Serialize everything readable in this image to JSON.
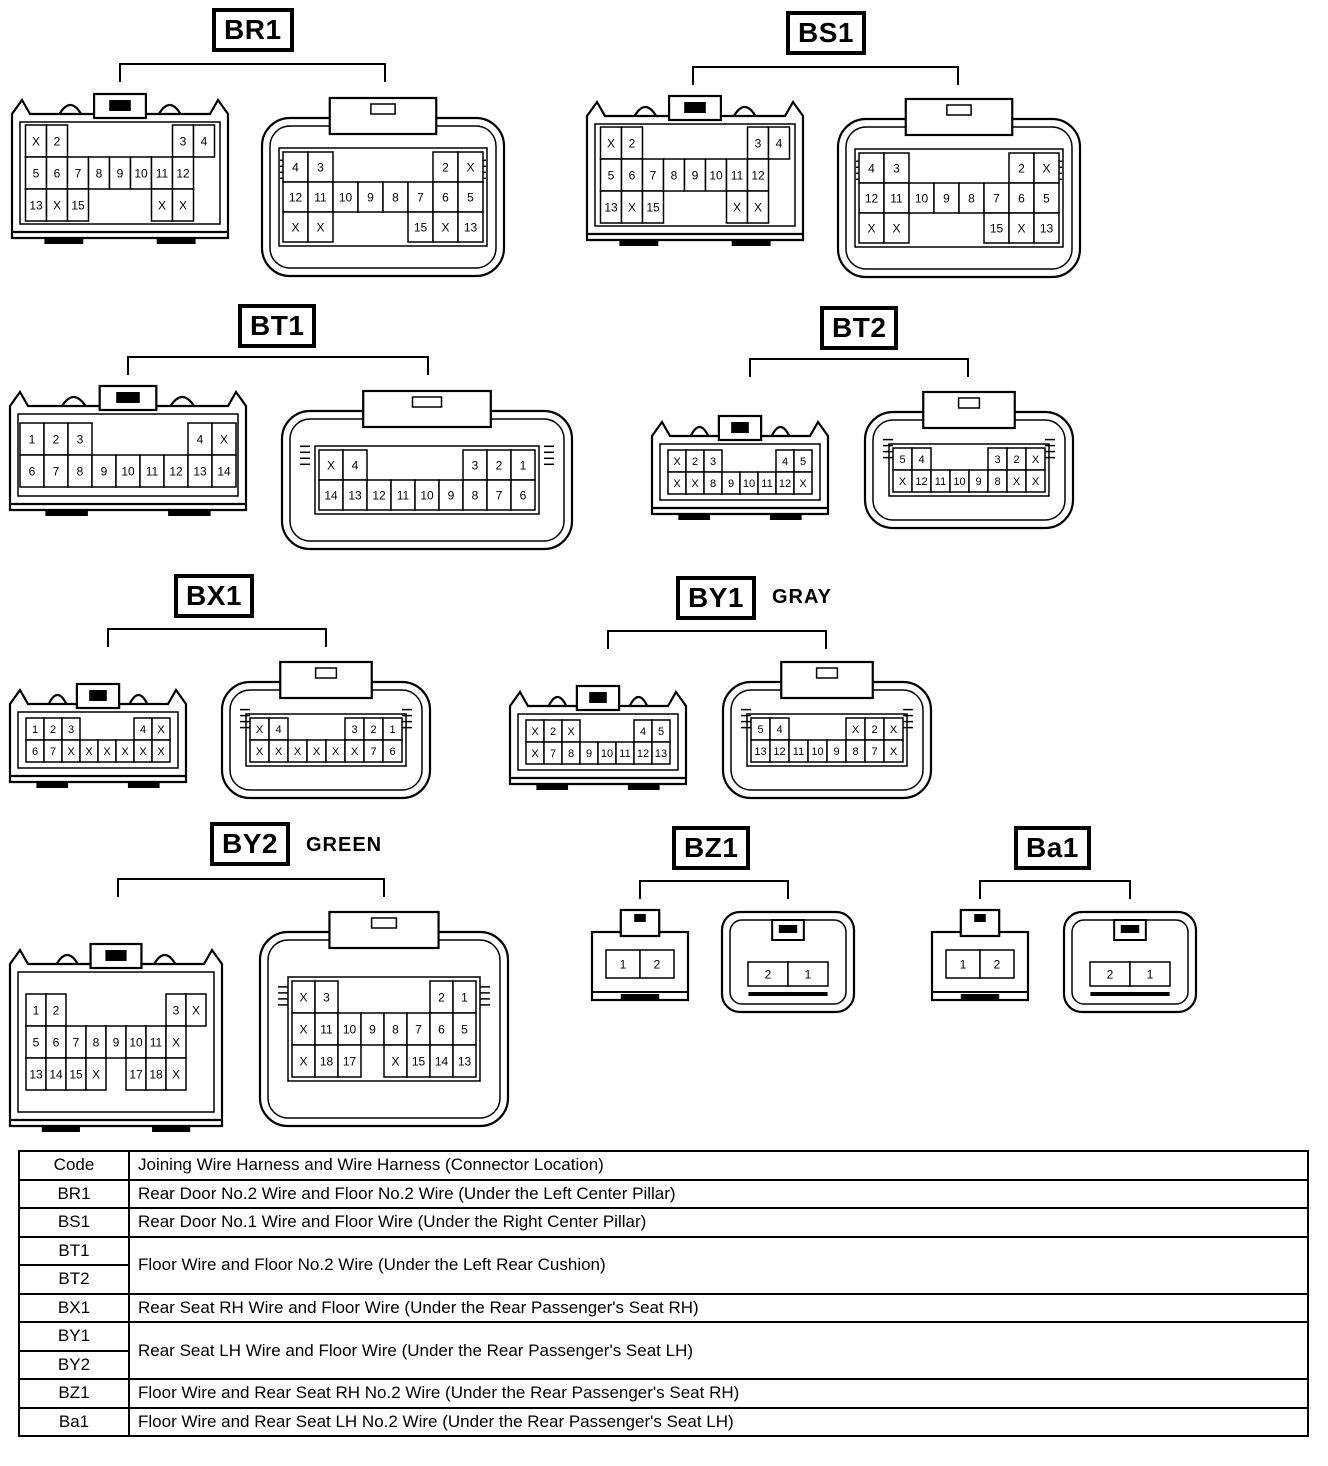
{
  "connectors": [
    {
      "id": "BR1",
      "label": "BR1",
      "color_note": "",
      "male": {
        "rows": [
          [
            "X",
            "2",
            "",
            "",
            "",
            "",
            "",
            "3",
            "4"
          ],
          [
            "5",
            "6",
            "7",
            "8",
            "9",
            "10",
            "11",
            "12"
          ],
          [
            "13",
            "X",
            "15",
            "",
            "",
            "",
            "X",
            "X"
          ]
        ]
      },
      "female": {
        "rows": [
          [
            "4",
            "3",
            "",
            "",
            "",
            "",
            "2",
            "X"
          ],
          [
            "12",
            "11",
            "10",
            "9",
            "8",
            "7",
            "6",
            "5"
          ],
          [
            "X",
            "X",
            "",
            "",
            "",
            "15",
            "X",
            "13"
          ]
        ]
      }
    },
    {
      "id": "BS1",
      "label": "BS1",
      "color_note": "",
      "male": {
        "rows": [
          [
            "X",
            "2",
            "",
            "",
            "",
            "",
            "",
            "3",
            "4"
          ],
          [
            "5",
            "6",
            "7",
            "8",
            "9",
            "10",
            "11",
            "12"
          ],
          [
            "13",
            "X",
            "15",
            "",
            "",
            "",
            "X",
            "X"
          ]
        ]
      },
      "female": {
        "rows": [
          [
            "4",
            "3",
            "",
            "",
            "",
            "",
            "2",
            "X"
          ],
          [
            "12",
            "11",
            "10",
            "9",
            "8",
            "7",
            "6",
            "5"
          ],
          [
            "X",
            "X",
            "",
            "",
            "",
            "15",
            "X",
            "13"
          ]
        ]
      }
    },
    {
      "id": "BT1",
      "label": "BT1",
      "color_note": "",
      "male": {
        "rows": [
          [
            "1",
            "2",
            "3",
            "",
            "",
            "",
            "",
            "4",
            "X"
          ],
          [
            "6",
            "7",
            "8",
            "9",
            "10",
            "11",
            "12",
            "13",
            "14"
          ]
        ]
      },
      "female": {
        "rows": [
          [
            "X",
            "4",
            "",
            "",
            "",
            "",
            "3",
            "2",
            "1"
          ],
          [
            "14",
            "13",
            "12",
            "11",
            "10",
            "9",
            "8",
            "7",
            "6"
          ]
        ]
      }
    },
    {
      "id": "BT2",
      "label": "BT2",
      "color_note": "",
      "male": {
        "rows": [
          [
            "X",
            "2",
            "3",
            "",
            "",
            "",
            "4",
            "5"
          ],
          [
            "X",
            "X",
            "8",
            "9",
            "10",
            "11",
            "12",
            "X"
          ]
        ]
      },
      "female": {
        "rows": [
          [
            "5",
            "4",
            "",
            "",
            "",
            "3",
            "2",
            "X"
          ],
          [
            "X",
            "12",
            "11",
            "10",
            "9",
            "8",
            "X",
            "X"
          ]
        ]
      }
    },
    {
      "id": "BX1",
      "label": "BX1",
      "color_note": "",
      "male": {
        "rows": [
          [
            "1",
            "2",
            "3",
            "",
            "",
            "",
            "4",
            "X"
          ],
          [
            "6",
            "7",
            "X",
            "X",
            "X",
            "X",
            "X",
            "X"
          ]
        ]
      },
      "female": {
        "rows": [
          [
            "X",
            "4",
            "",
            "",
            "",
            "3",
            "2",
            "1"
          ],
          [
            "X",
            "X",
            "X",
            "X",
            "X",
            "X",
            "7",
            "6"
          ]
        ]
      }
    },
    {
      "id": "BY1",
      "label": "BY1",
      "color_note": "GRAY",
      "male": {
        "rows": [
          [
            "X",
            "2",
            "X",
            "",
            "",
            "",
            "4",
            "5"
          ],
          [
            "X",
            "7",
            "8",
            "9",
            "10",
            "11",
            "12",
            "13"
          ]
        ]
      },
      "female": {
        "rows": [
          [
            "5",
            "4",
            "",
            "",
            "",
            "X",
            "2",
            "X"
          ],
          [
            "13",
            "12",
            "11",
            "10",
            "9",
            "8",
            "7",
            "X"
          ]
        ]
      }
    },
    {
      "id": "BY2",
      "label": "BY2",
      "color_note": "GREEN",
      "male": {
        "rows": [
          [
            "1",
            "2",
            "",
            "",
            "",
            "",
            "",
            "3",
            "X"
          ],
          [
            "5",
            "6",
            "7",
            "8",
            "9",
            "10",
            "11",
            "X"
          ],
          [
            "13",
            "14",
            "15",
            "X",
            "",
            "17",
            "18",
            "X"
          ]
        ]
      },
      "female": {
        "rows": [
          [
            "X",
            "3",
            "",
            "",
            "",
            "",
            "2",
            "1"
          ],
          [
            "X",
            "11",
            "10",
            "9",
            "8",
            "7",
            "6",
            "5"
          ],
          [
            "X",
            "18",
            "17",
            "",
            "X",
            "15",
            "14",
            "13"
          ]
        ]
      }
    },
    {
      "id": "BZ1",
      "label": "BZ1",
      "color_note": "",
      "male": {
        "rows": [
          [
            "1",
            "2"
          ]
        ]
      },
      "female": {
        "rows": [
          [
            "2",
            "1"
          ]
        ]
      }
    },
    {
      "id": "Ba1",
      "label": "Ba1",
      "color_note": "",
      "male": {
        "rows": [
          [
            "1",
            "2"
          ]
        ]
      },
      "female": {
        "rows": [
          [
            "2",
            "1"
          ]
        ]
      }
    }
  ],
  "table": {
    "header": {
      "code": "Code",
      "desc": "Joining Wire Harness and Wire Harness (Connector Location)"
    },
    "rows": [
      {
        "code": "BR1",
        "desc": "Rear Door No.2 Wire and Floor No.2 Wire (Under the Left Center Pillar)"
      },
      {
        "code": "BS1",
        "desc": "Rear Door No.1 Wire and Floor Wire (Under the Right Center Pillar)"
      },
      {
        "code": "BT1",
        "desc": "Floor Wire and Floor No.2 Wire (Under the Left Rear Cushion)"
      },
      {
        "code": "BT2",
        "desc": ""
      },
      {
        "code": "BX1",
        "desc": "Rear Seat RH Wire and Floor Wire (Under the Rear Passenger's Seat RH)"
      },
      {
        "code": "BY1",
        "desc": "Rear Seat LH Wire and Floor Wire (Under the Rear Passenger's Seat LH)"
      },
      {
        "code": "BY2",
        "desc": ""
      },
      {
        "code": "BZ1",
        "desc": "Floor Wire and Rear Seat RH No.2 Wire (Under the Rear Passenger's Seat RH)"
      },
      {
        "code": "Ba1",
        "desc": "Floor Wire and Rear Seat LH No.2 Wire (Under the Rear Passenger's Seat LH)"
      }
    ]
  }
}
